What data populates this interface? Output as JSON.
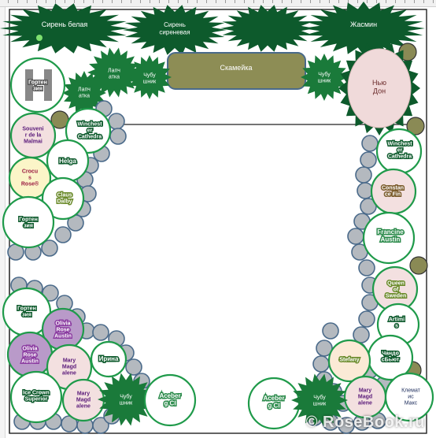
{
  "window": {
    "title": "Garden planting plan"
  },
  "colors": {
    "shrub_dark": "#0d5a2c",
    "shrub_light": "#1a7a3a",
    "rose_ring": "#1f9a4a",
    "stone_fill": "#b4b9bf",
    "stone_stroke": "#4a6a8a",
    "bench": "#8d8d55",
    "frame": "#222222"
  },
  "shrubs_top": {
    "lilac_white": "Сирень белая",
    "lilac": "Сирень\nсиреневая",
    "jasmine": "Жасмин"
  },
  "bench": {
    "label": "Скамейка"
  },
  "small_shrubs": {
    "lapchatka_1": "Лапч\nатка",
    "lapchatka_2": "Лапч\nатка",
    "chubushnik_1": "Чубу\nшник",
    "chubushnik_2": "Чубу\nшник",
    "chubushnik_3": "Чубу\nшник",
    "chubushnik_4": "Чубу\nшник"
  },
  "roses_left": {
    "gortenzia_1": "Гортен\nзия",
    "souvenir": "Souveni\nr de la\nMalmai",
    "winchester_left": "Winchest\ner\nCathedra",
    "helga": "Helga",
    "crocus": "Crocu\ns\nRose®",
    "claus": "Claus\nDalby",
    "gortenzia_2": "Гортен\nзия"
  },
  "roses_right": {
    "nyu_don": "Нью\nДон",
    "winchester_right": "Winchest\ner\nCathedra",
    "constance": "Constan\nce Fin",
    "francine": "Francine\nAustin",
    "queen": "Queen\nof\nSweden",
    "artimis": "Artimi\ns",
    "chandos": "Чандо\nсБьют",
    "stefany": "Stefany",
    "mary_right": "Mary\nMagd\nalene",
    "clematis": "Клемат\nис\nМакс"
  },
  "roses_bottom_left": {
    "gortenzia_3": "Гортен\nзия",
    "olivia_1": "Olivia\nRose\nAustin",
    "olivia_2": "Olivia\nRose\nAustin",
    "mary_1": "Mary\nMagd\nalene",
    "irina": "Ирина",
    "ice_crown": "Ice Crown\nSuperior",
    "mary_2": "Mary\nMagd\nalene"
  },
  "acebergs": {
    "left": "Aceber\ng CI",
    "right": "Aceber\ng CI"
  },
  "watermark": "© RoseBook.ru"
}
